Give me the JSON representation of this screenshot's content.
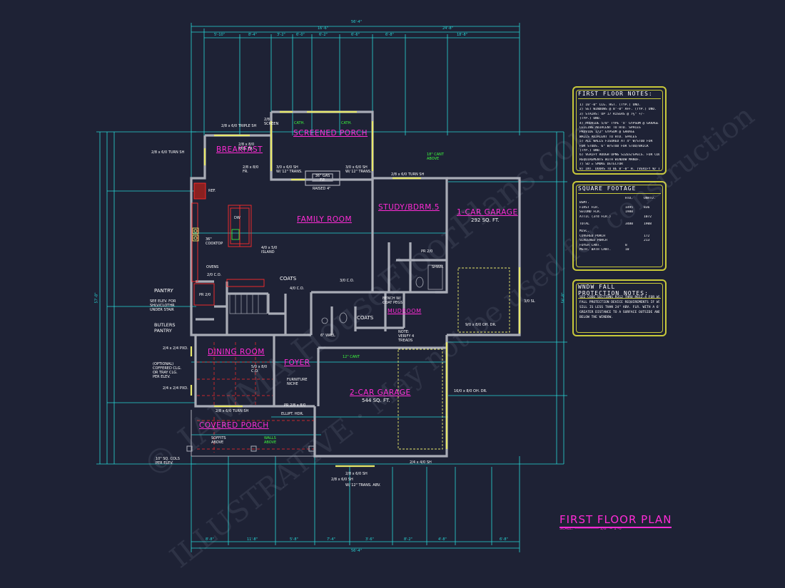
{
  "plan": {
    "title": "FIRST FLOOR PLAN",
    "scale": "SCALE: ----------------- 1/8\" = 1'-0\""
  },
  "watermark": {
    "line1": "© IAMMA HouseFloorPlans.com",
    "line2": "ILLUSTRATIVE · May not be used for construction"
  },
  "rooms": [
    {
      "id": "breakfast",
      "label": "BREAKFAST"
    },
    {
      "id": "screened_porch",
      "label": "SCREENED PORCH"
    },
    {
      "id": "family_room",
      "label": "FAMILY ROOM"
    },
    {
      "id": "study",
      "label": "STUDY/BDRM.5"
    },
    {
      "id": "one_car_garage",
      "label": "1-CAR GARAGE",
      "area": "292 SQ. FT."
    },
    {
      "id": "mudroom",
      "label": "MUDROOM"
    },
    {
      "id": "dining_room",
      "label": "DINING ROOM"
    },
    {
      "id": "foyer",
      "label": "FOYER"
    },
    {
      "id": "two_car_garage",
      "label": "2-CAR GARAGE",
      "area": "544 SQ. FT."
    },
    {
      "id": "covered_porch",
      "label": "COVERED PORCH"
    }
  ],
  "labels": {
    "turn_sh_breakfast": "2/8 x 6/0 TURN SH",
    "triple_sh": "2/8 x 6/0 TRIPLE SH",
    "screen": "2/8 SCREEN",
    "fxd_fr": "2/8 x 8/0 FXD. FR.",
    "fr_8": "2/8 x 8/0 FR.",
    "sh_trans": "3/0 x 6/0 SH W/ 12\" TRANS.",
    "fireplace": "36\" GAS F.P.",
    "raised": "RAISED 4\"",
    "sh_trans2": "3/0 x 6/0 SH W/ 12\" TRANS.",
    "turn_sh_study": "2/8 x 6/0 TURN SH",
    "ref": "REF.",
    "dw": "DW",
    "cooktop": "36\" COOKTOP",
    "island": "4/0 x 5/0 ISLAND",
    "ovens": "OVENS",
    "co_20": "2/0 C.O.",
    "co_30": "3/0 C.O.",
    "co_40": "4/0 C.O.",
    "coats": "COATS",
    "coats2": "COATS",
    "pantry": "PANTRY",
    "see_elev": "SEE ELEV. FOR SHLV/CLOTHR UNDER STAIR",
    "butlers": "BUTLERS PANTRY",
    "pantry_door": "PR 2/0",
    "pxd_1": "2/4 x 2/4 PXD.",
    "pxd_2": "2/4 x 2/4 PXD.",
    "coffered": "(OPTIONAL) COFFERED CLG. OR TRAY CLG. PER ELEV.",
    "co_50": "5/0 x 8/0 C.O.",
    "furniture": "FURNITURE NICHE",
    "pr_door": "PR 2/8 x 8/0",
    "ellip": "ELLIPT. HDR.",
    "turn_sh_dining": "2/8 x 6/0 TURN SH",
    "soffits": "SOFFITS ABOVE",
    "cols": "10\" SQ. COLS PER ELEV.",
    "walls_above": "WALLS ABOVE",
    "bench": "BENCH W/ COAT PEGS",
    "note_treads": "NOTE: VERIFY 4 TREADS",
    "wall_6": "6\" WALL",
    "shwr": "SHWR.",
    "pr_20": "PR 2/0",
    "garage_door_1": "9/0 x 8/0 OH. DR.",
    "garage_door_2": "16/0 x 8/0 OH. DR.",
    "garage_win": "2/4 x 4/0 SH",
    "front_win_1": "2/8 x 6/0 SH",
    "front_win_2": "2/8 x 6/0 SH",
    "front_win_3": "W/ 12\" TRANS. ABV.",
    "rtp": "3/0 SL",
    "cant": "12\" CANT",
    "cant2": "18\" CANT ABOVE",
    "cath1": "CATH.",
    "cath2": "CATH."
  },
  "notes": {
    "first_floor": {
      "title": "FIRST FLOOR NOTES:",
      "lines": [
        "1) 10'-0\" CLG. HGT. (TYP.) UNO.",
        "2) SET WINDOWS @ 8'-0\" AFF. (TYP.) UNO.",
        "3) STAIRS: UP 17 RISERS @ 7¼\" +/-",
        "   (TYP.) UNO.",
        "4) PROVIDE 5/8\" TYPE 'X' GYPSUM @ GARAGE",
        "   CEILING ADJACENT TO HTD. SPACES",
        "   PROVIDE 1/2\" GYPSUM @ GARAGE",
        "   WALLS ADJACENT TO HTD. SPACES",
        "5) ALL WALLS FIGURED AT 4\" W/STUD FOR",
        "   FOR STUDS. 6\" W/STUD FOR STUD/BRICK",
        "   (TYP.) UNO.",
        "6) VERIFY ROUGH OPNG SIZES/SPECS. FOR CODE",
        "   REQUIREMENTS WITH WINDOW MANUF.",
        "7) SD = SMOKE DETECTOR",
        "8) INT. DOORS TO BE 8'-0\" H. (VERIFY W/ BLDR.)"
      ]
    },
    "square_footage": {
      "title": "SQUARE FOOTAGE",
      "header": [
        "HTD.",
        "UNHTD."
      ],
      "rows": [
        {
          "label": "BSMT.",
          "htd": "",
          "unhtd": ""
        },
        {
          "label": "FIRST FLR.",
          "htd": "1495",
          "unhtd": "836"
        },
        {
          "label": "SECOND FLR.",
          "htd": "1980",
          "unhtd": ""
        },
        {
          "label": "ATTIC (3rd FLR.)",
          "htd": "",
          "unhtd": "1072"
        },
        {
          "label": "TOTAL",
          "htd": "3480",
          "unhtd": "1908"
        },
        {
          "label": "MISC.",
          "htd": "",
          "unhtd": ""
        },
        {
          "label": "COVERED PORCH",
          "htd": "",
          "unhtd": "172"
        },
        {
          "label": "SCREENED PORCH",
          "htd": "",
          "unhtd": "213"
        },
        {
          "label": "FOYER CANT.",
          "htd": "8",
          "unhtd": ""
        },
        {
          "label": "MSTR. BATH CANT.",
          "htd": "10",
          "unhtd": ""
        }
      ]
    },
    "window_fall": {
      "title": "WNDW FALL PROTECTION NOTES:",
      "lines": [
        "SEE CODE SECTIONS R312 THRU R612.4 FOR WINDOW",
        "FALL PROTECTION DEVICE REQUIREMENTS IF WINDOW",
        "SILL IS LESS THAN 24\" ABV. FLR. WITH A 6'-0\" OR",
        "GREATER DISTANCE TO A SURFACE OUTSIDE AND",
        "BELOW THE WINDOW."
      ]
    }
  },
  "dimensions": {
    "top_overall": "56'-4\"",
    "top_row2_left": "16'-6\"",
    "top_row2_right": "24'-8\"",
    "top_row3": [
      "5'-10\"",
      "8'-4\"",
      "3'-2\"",
      "6'-0\"",
      "6'-2\"",
      "6'-6\"",
      "6'-8\"",
      "18'-8\""
    ],
    "bottom_overall": "56'-4\"",
    "bottom_row": [
      "8'-8\"",
      "11'-8\"",
      "5'-8\"",
      "7'-4\"",
      "3'-6\"",
      "8'-2\"",
      "4'-8\"",
      "6'-8\""
    ],
    "left_overall": "57'-8\"",
    "right_overall": "56'-8\""
  },
  "colors": {
    "background": "#1e2235",
    "dimension": "#27d6d6",
    "wall": "#a9acb6",
    "room_label": "#ff2bd6",
    "window": "#e8e86a",
    "green_text": "#3dff3d",
    "red_lines": "#ff2b2b",
    "note_border": "#c9c93a"
  }
}
